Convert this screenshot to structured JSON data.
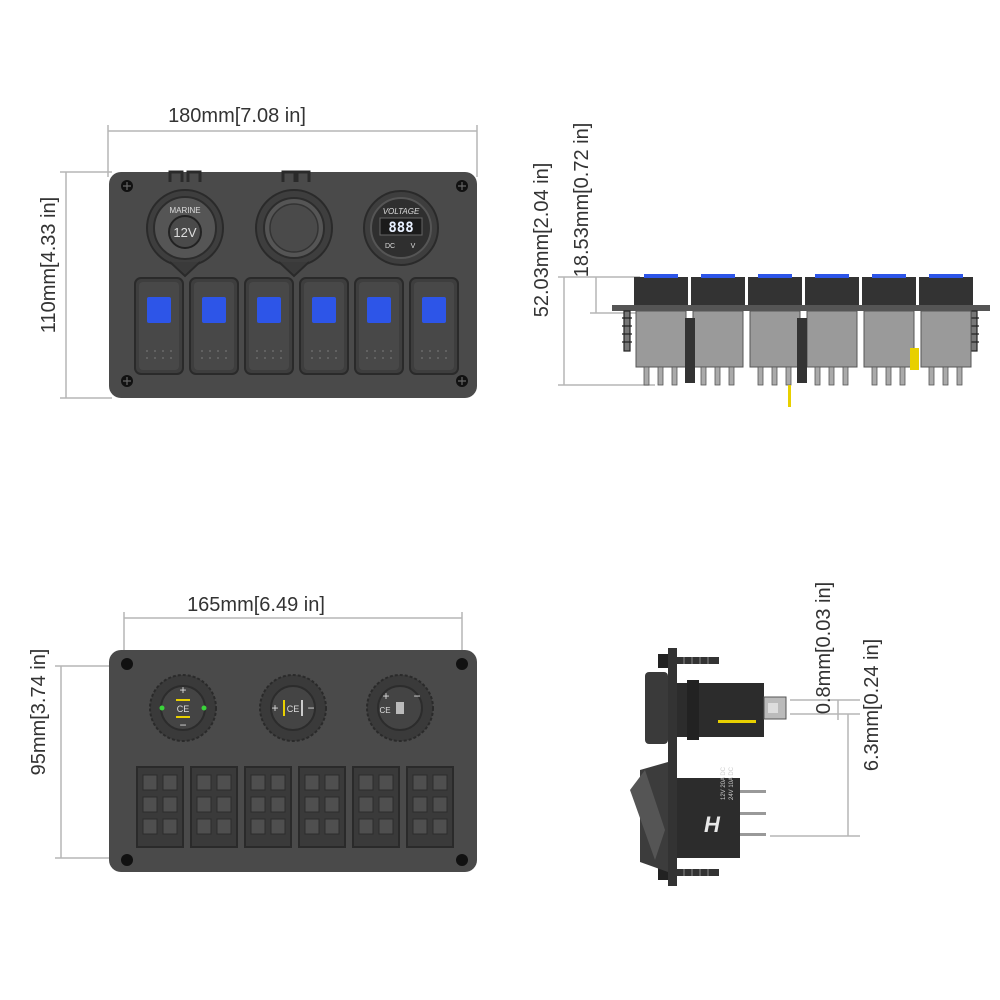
{
  "dimensions": {
    "front_width": "180mm[7.08 in]",
    "front_height": "110mm[4.33 in]",
    "side_total_depth": "52.03mm[2.04 in]",
    "side_top_depth": "18.53mm[0.72 in]",
    "back_width": "165mm[6.49 in]",
    "back_height": "95mm[3.74 in]",
    "terminal_thickness": "0.8mm[0.03 in]",
    "terminal_width": "6.3mm[0.24 in]"
  },
  "front_panel": {
    "socket_label": "12V",
    "socket_ring_text": "MARINE",
    "voltmeter_title": "VOLTAGE",
    "voltmeter_reading": "888",
    "voltmeter_left": "DC",
    "voltmeter_right": "V",
    "switch_count": 6
  },
  "back_panel": {
    "plus_sign": "+",
    "minus_sign": "−",
    "ce_mark": "CE"
  },
  "side_detail": {
    "rating_lines": [
      "12V 20A DC",
      "24V 10A DC"
    ]
  },
  "colors": {
    "panel": "#4a4a4a",
    "switch_light": "#2d55e8",
    "voltmeter_digits": "#e8f0ff",
    "dimension_line": "#b5b5b5",
    "terminal_accent": "#e8d000"
  }
}
